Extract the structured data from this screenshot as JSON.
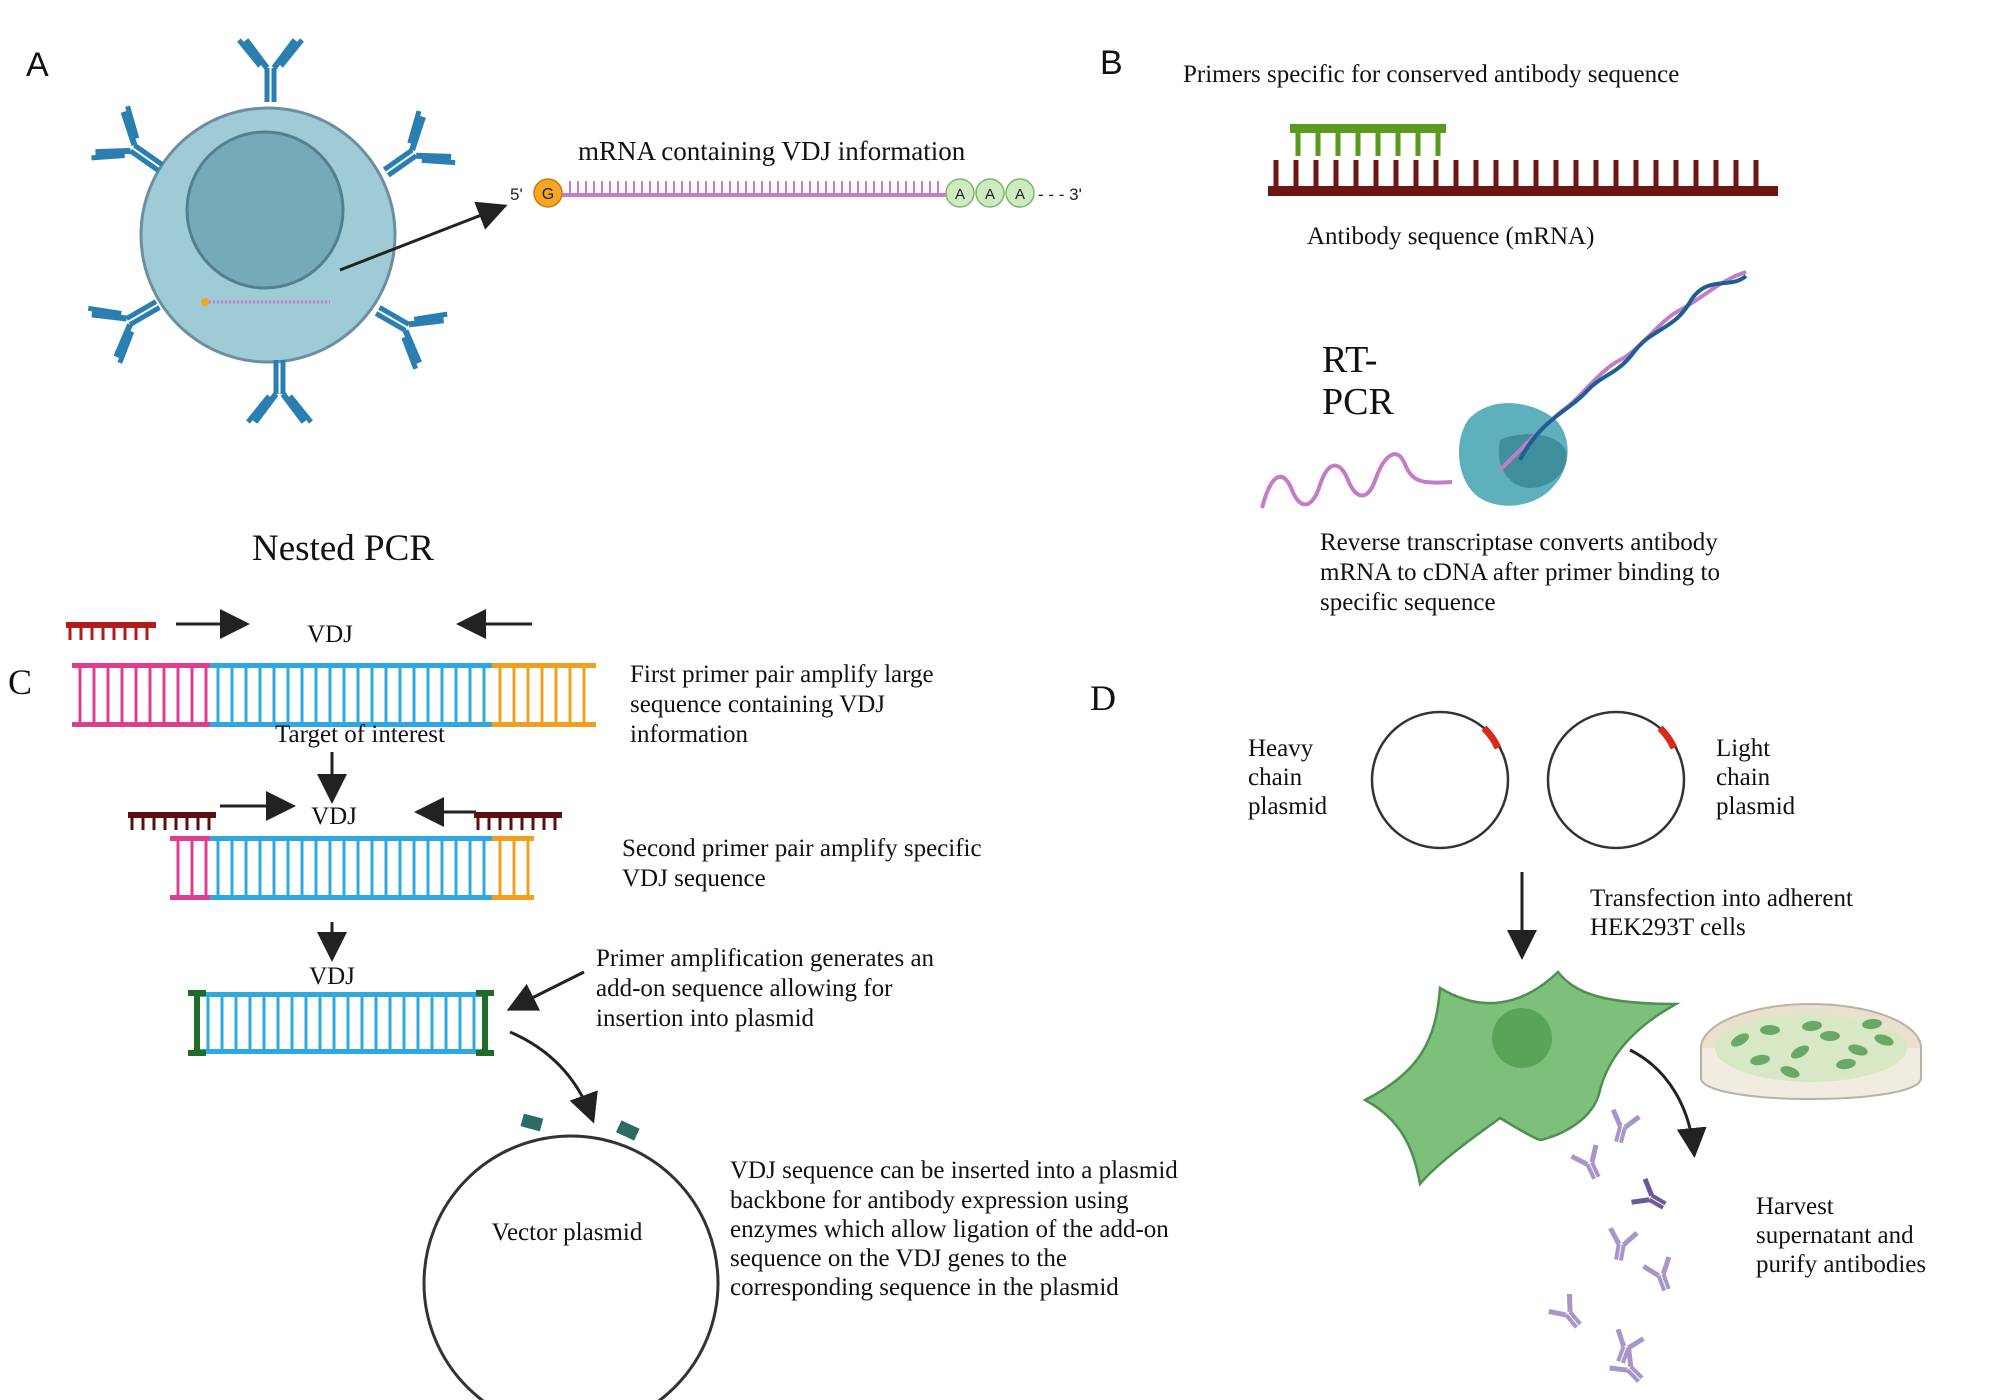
{
  "colors": {
    "cell_outer": "#9ecbd6",
    "cell_nucleus": "#77aab8",
    "antibody_blue": "#2a7fb0",
    "mrna_purple": "#c37cc6",
    "cap_orange": "#f5a623",
    "polyA_green": "#cfe9c0",
    "primer_green": "#5a9a1e",
    "mrna_dark_red": "#6e1414",
    "dna_magenta": "#dc3f92",
    "dna_blue": "#2fa8df",
    "dna_orange": "#f0a020",
    "primer_red": "#b31b1b",
    "addon_green": "#1f6b2a",
    "plasmid_teal": "#2b6b63",
    "plasmid_red": "#d62a1e",
    "hek_green": "#7cc07c",
    "secreted_ab": "#a896c9",
    "arrow": "#222222"
  },
  "panel_a": {
    "label": "A",
    "mrna_title": "mRNA containing VDJ information",
    "five_prime": "5'",
    "cap": "G",
    "poly_a": [
      "A",
      "A",
      "A"
    ],
    "three_prime": "- - - 3'"
  },
  "panel_b": {
    "label": "B",
    "primer_caption": "Primers specific for conserved antibody sequence",
    "mrna_caption": "Antibody sequence (mRNA)",
    "rtpcr_line1": "RT-",
    "rtpcr_line2": "PCR",
    "rt_line1": "Reverse transcriptase converts antibody",
    "rt_line2": "mRNA to cDNA after primer binding to",
    "rt_line3": "specific sequence"
  },
  "panel_c": {
    "label": "C",
    "title": "Nested PCR",
    "vdj1": "VDJ",
    "target": "Target of interest",
    "first_line1": "First primer pair amplify large",
    "first_line2": "sequence containing VDJ",
    "first_line3": "information",
    "vdj2": "VDJ",
    "second_line1": "Second primer pair amplify  specific",
    "second_line2": "VDJ sequence",
    "vdj3": "VDJ",
    "addon_line1": "Primer amplification generates an",
    "addon_line2": "add-on sequence allowing for",
    "addon_line3": "insertion into plasmid",
    "vector": "Vector plasmid",
    "vector_line1": "VDJ sequence can be inserted into a plasmid",
    "vector_line2": "backbone for antibody expression using",
    "vector_line3": "enzymes which allow ligation of the add-on",
    "vector_line4": "sequence on the VDJ genes to the",
    "vector_line5": "corresponding sequence in the plasmid"
  },
  "panel_d": {
    "label": "D",
    "heavy_line1": "Heavy",
    "heavy_line2": "chain",
    "heavy_line3": "plasmid",
    "light_line1": "Light",
    "light_line2": "chain",
    "light_line3": "plasmid",
    "transfect_line1": "Transfection into adherent",
    "transfect_line2": "HEK293T cells",
    "harvest_line1": "Harvest",
    "harvest_line2": "supernatant and",
    "harvest_line3": "purify antibodies"
  }
}
